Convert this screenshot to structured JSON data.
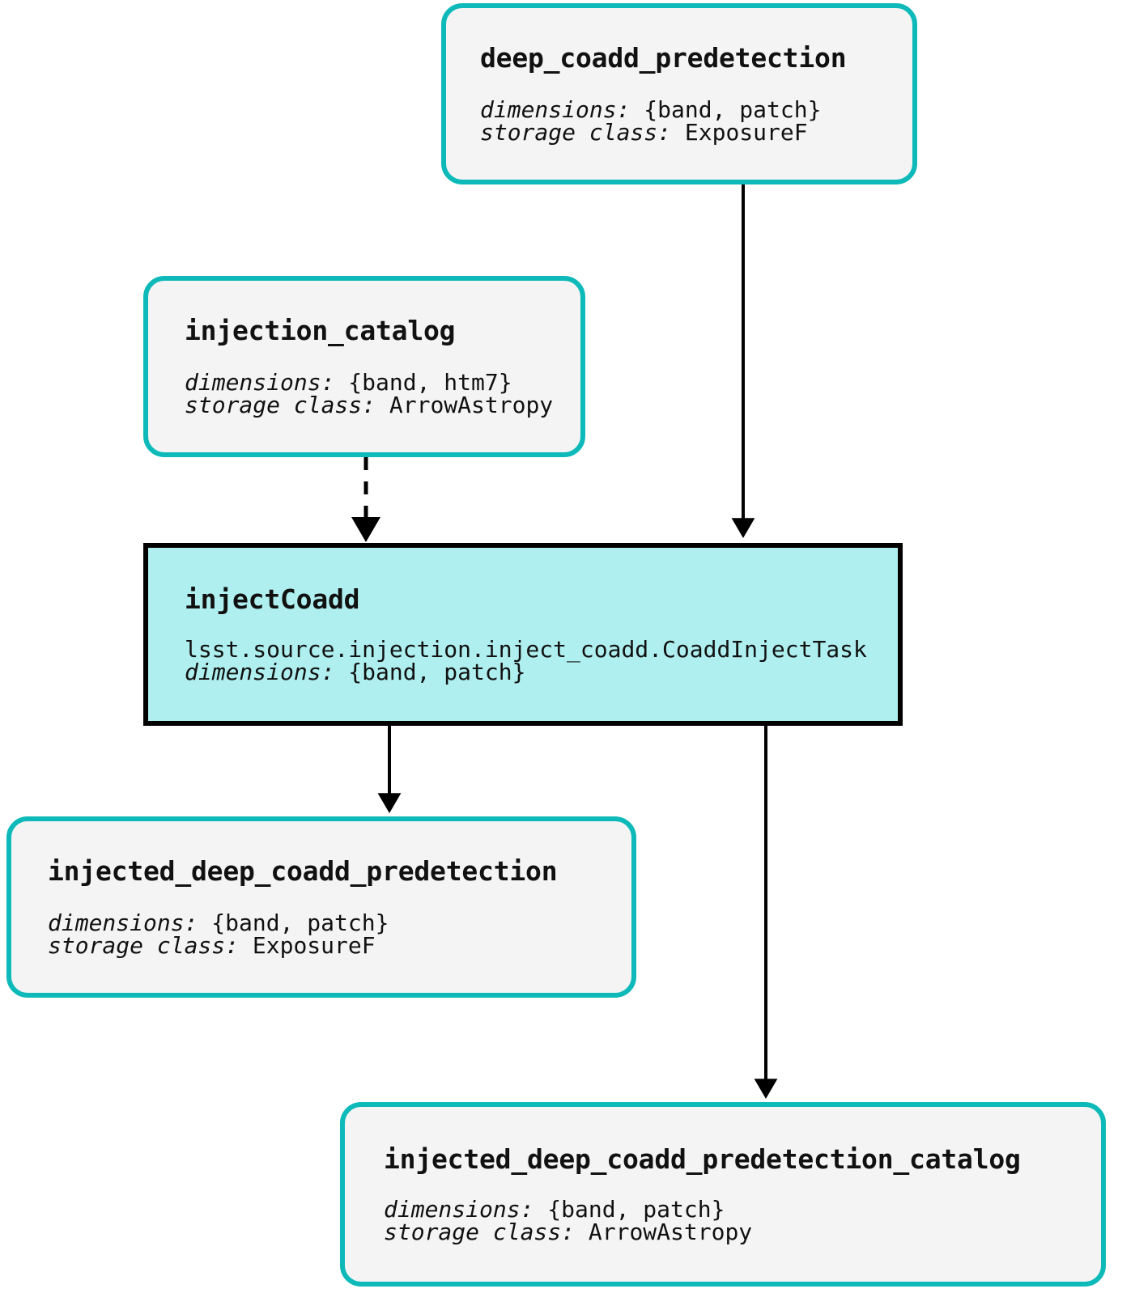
{
  "diagram": {
    "type": "pipeline-dag",
    "accent_color": "#0EBAB9",
    "task_fill_color": "#AFEFEF",
    "dataset_fill_color": "#F4F4F4",
    "edge_color": "#000000",
    "labels": {
      "dimensions": "dimensions:",
      "storage_class": "storage class:"
    }
  },
  "nodes": [
    {
      "id": "deep_coadd_predetection",
      "kind": "dataset",
      "title": "deep_coadd_predetection",
      "dimensions": "{band, patch}",
      "storage_class": "ExposureF"
    },
    {
      "id": "injection_catalog",
      "kind": "dataset",
      "title": "injection_catalog",
      "dimensions": "{band, htm7}",
      "storage_class": "ArrowAstropy"
    },
    {
      "id": "injectCoadd",
      "kind": "task",
      "title": "injectCoadd",
      "task_class": "lsst.source.injection.inject_coadd.CoaddInjectTask",
      "dimensions": "{band, patch}"
    },
    {
      "id": "injected_deep_coadd_predetection",
      "kind": "dataset",
      "title": "injected_deep_coadd_predetection",
      "dimensions": "{band, patch}",
      "storage_class": "ExposureF"
    },
    {
      "id": "injected_deep_coadd_predetection_catalog",
      "kind": "dataset",
      "title": "injected_deep_coadd_predetection_catalog",
      "dimensions": "{band, patch}",
      "storage_class": "ArrowAstropy"
    }
  ],
  "edges": [
    {
      "from": "deep_coadd_predetection",
      "to": "injectCoadd",
      "style": "solid"
    },
    {
      "from": "injection_catalog",
      "to": "injectCoadd",
      "style": "dashed"
    },
    {
      "from": "injectCoadd",
      "to": "injected_deep_coadd_predetection",
      "style": "solid"
    },
    {
      "from": "injectCoadd",
      "to": "injected_deep_coadd_predetection_catalog",
      "style": "solid"
    }
  ]
}
